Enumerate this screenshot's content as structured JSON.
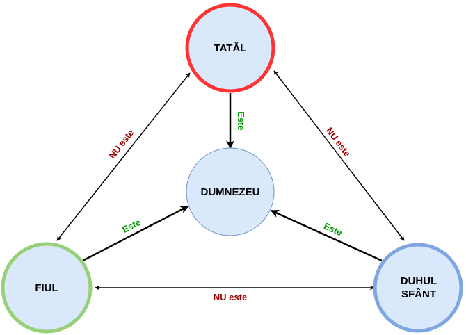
{
  "diagram": {
    "colors": {
      "node_fill": "#dae8fc",
      "edge": "#000000",
      "label_yes": "#009900",
      "label_no": "#990000"
    },
    "nodes": {
      "tatal": {
        "label": "TATĂL",
        "border": "#ff3333"
      },
      "dumnezeu": {
        "label": "DUMNEZEU",
        "border": "#6c8ebf"
      },
      "fiul": {
        "label": "FIUL",
        "border": "#97d077"
      },
      "duhul": {
        "label_line1": "DUHUL",
        "label_line2": "SFÂNT",
        "border": "#7ea6e0"
      }
    },
    "edges": {
      "tatal_dumnezeu": {
        "from": "TATĂL",
        "to": "DUMNEZEU",
        "label": "Este",
        "relation": "is"
      },
      "fiul_dumnezeu": {
        "from": "FIUL",
        "to": "DUMNEZEU",
        "label": "Este",
        "relation": "is"
      },
      "duhul_dumnezeu": {
        "from": "DUHUL SFÂNT",
        "to": "DUMNEZEU",
        "label": "Este",
        "relation": "is"
      },
      "tatal_fiul": {
        "from": "TATĂL",
        "to": "FIUL",
        "label": "NU este",
        "relation": "is not",
        "bidirectional": true
      },
      "tatal_duhul": {
        "from": "TATĂL",
        "to": "DUHUL SFÂNT",
        "label": "NU este",
        "relation": "is not",
        "bidirectional": true
      },
      "fiul_duhul": {
        "from": "FIUL",
        "to": "DUHUL SFÂNT",
        "label": "NU este",
        "relation": "is not",
        "bidirectional": true
      }
    }
  }
}
